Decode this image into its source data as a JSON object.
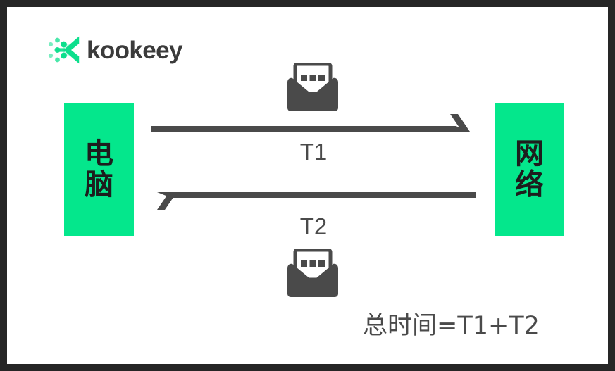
{
  "frame": {
    "border_color": "#262626",
    "canvas_color": "#ffffff"
  },
  "brand": {
    "name": "kookeey",
    "mark_icon": "kookeey-x-mark-icon",
    "mark_color": "#0ddf8d",
    "text_color": "#3b3b3b"
  },
  "diagram": {
    "type": "round-trip-latency",
    "accent_color": "#04e78c",
    "stroke_color": "#4a4a4a",
    "nodes": [
      {
        "id": "computer",
        "label": "电脑",
        "chars": [
          "电",
          "脑"
        ],
        "side": "left"
      },
      {
        "id": "network",
        "label": "网络",
        "chars": [
          "网",
          "络"
        ],
        "side": "right"
      }
    ],
    "flows": [
      {
        "id": "request",
        "label": "T1",
        "direction": "right",
        "icon": "open-envelope-icon"
      },
      {
        "id": "response",
        "label": "T2",
        "direction": "left",
        "icon": "open-envelope-icon"
      }
    ],
    "formula": "总时间=T1+T2"
  }
}
